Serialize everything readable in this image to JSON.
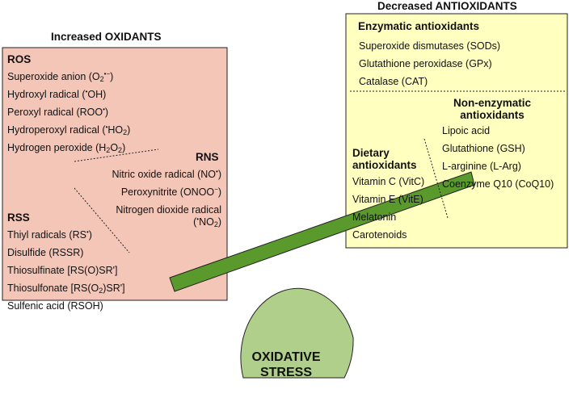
{
  "oxidants": {
    "heading": "Increased OXIDANTS",
    "ros": {
      "title": "ROS",
      "items": [
        {
          "pre": "Superoxide anion (O",
          "sub": "2",
          "sup": "•−",
          "post": ")"
        },
        {
          "pre": "Hydroxyl radical (",
          "sup": "•",
          "post": "OH)"
        },
        {
          "pre": "Peroxyl radical (ROO",
          "sup": "•",
          "post": ")"
        },
        {
          "pre": "Hydroperoxyl radical (",
          "sup": "•",
          "post": "HO",
          "sub2": "2",
          "post2": ")"
        },
        {
          "pre": "Hydrogen peroxide (H",
          "sub": "2",
          "post": "O",
          "sub2": "2",
          "post2": ")"
        }
      ]
    },
    "rns": {
      "title": "RNS",
      "items": [
        {
          "pre": "Nitric oxide radical (NO",
          "sup": "•",
          "post": ")"
        },
        {
          "pre": "Peroxynitrite (ONOO",
          "sup": "−",
          "post": ")"
        },
        {
          "pre": "Nitrogen dioxide radical"
        },
        {
          "pre": "(",
          "sup": "•",
          "post": "NO",
          "sub2": "2",
          "post2": ")"
        }
      ]
    },
    "rss": {
      "title": "RSS",
      "items": [
        {
          "pre": "Thiyl radicals (RS",
          "sup": "•",
          "post": ")"
        },
        {
          "pre": "Disulfide (RSSR)"
        },
        {
          "pre": "Thiosulfinate [RS(O)SR']"
        },
        {
          "pre": "Thiosulfonate [RS(O",
          "sub": "2",
          "post": ")SR']"
        },
        {
          "pre": "Sulfenic acid (RSOH)"
        }
      ]
    }
  },
  "antioxidants": {
    "heading": "Decreased ANTIOXIDANTS",
    "enzymatic": {
      "title": "Enzymatic antioxidants",
      "items": [
        "Superoxide dismutases (SODs)",
        "Glutathione peroxidase (GPx)",
        "Catalase (CAT)"
      ]
    },
    "non_enzymatic": {
      "title_line1": "Non-enzymatic",
      "title_line2": "antioxidants",
      "items": [
        "Lipoic acid",
        "Glutathione (GSH)",
        "L-arginine (L-Arg)",
        "Coenzyme Q10 (CoQ10)"
      ]
    },
    "dietary": {
      "title_line1": "Dietary",
      "title_line2": "antioxidants",
      "items": [
        "Vitamin C (VitC)",
        "Vitamin E (VitE)",
        "Melatonin",
        "Carotenoids"
      ]
    }
  },
  "balance": {
    "label_line1": "OXIDATIVE",
    "label_line2": "STRESS"
  },
  "colors": {
    "oxidant_fill": "#f4c6b8",
    "antioxidant_fill": "#ffffbf",
    "fulcrum_fill": "#afcf8a",
    "beam_fill": "#5a9a2c",
    "border": "#222222"
  }
}
